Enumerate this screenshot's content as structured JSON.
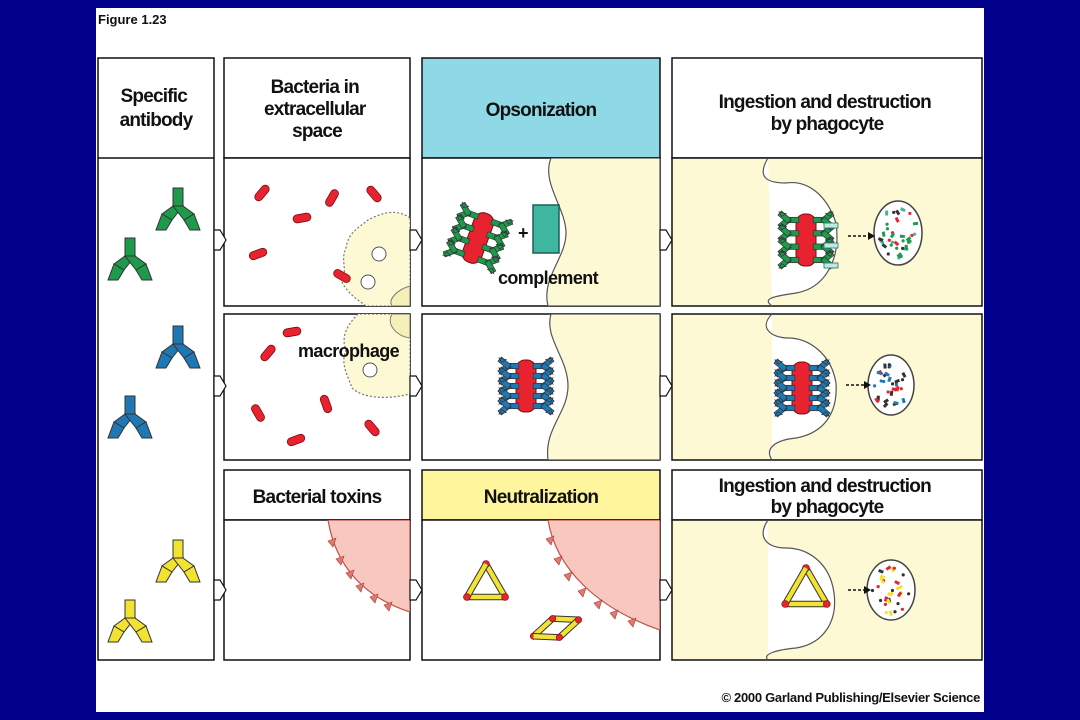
{
  "figure_label": "Figure 1.23",
  "copyright": "© 2000 Garland Publishing/Elsevier Science",
  "headers": {
    "specific_antibody": [
      "Specific",
      "antibody"
    ],
    "bacteria_space": [
      "Bacteria in",
      "extracellular",
      "space"
    ],
    "opsonization": "Opsonization",
    "ingestion_top": [
      "Ingestion and destruction",
      "by phagocyte"
    ],
    "bacterial_toxins": "Bacterial toxins",
    "neutralization": "Neutralization",
    "ingestion_bottom": [
      "Ingestion and destruction",
      "by phagocyte"
    ]
  },
  "annotations": {
    "complement": "complement",
    "plus": "+",
    "macrophage": "macrophage"
  },
  "colors": {
    "slide_background": "#00008b",
    "opsonization_header": "#8fd8e6",
    "neutralization_header": "#fff59d",
    "cell_cytoplasm": "#fdf9d4",
    "toxin_cell": "#f8c8c0",
    "bacteria": "#e8222f",
    "antibody_green": "#1e9a4c",
    "antibody_blue": "#1f78b4",
    "antibody_yellow": "#f2e232",
    "complement": "#3fb6a0"
  }
}
